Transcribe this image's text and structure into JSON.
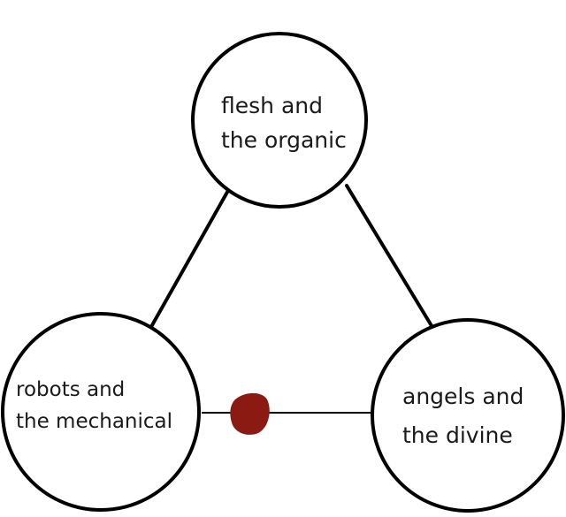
{
  "nodes": {
    "top": {
      "line1": "flesh and",
      "line2": "the organic"
    },
    "left": {
      "line1": "robots and",
      "line2": "the mechanical"
    },
    "right": {
      "line1": "angels and",
      "line2": "the divine"
    }
  },
  "colors": {
    "stroke": "#000000",
    "fill": "#ffffff",
    "marker": "#8b1a12"
  }
}
